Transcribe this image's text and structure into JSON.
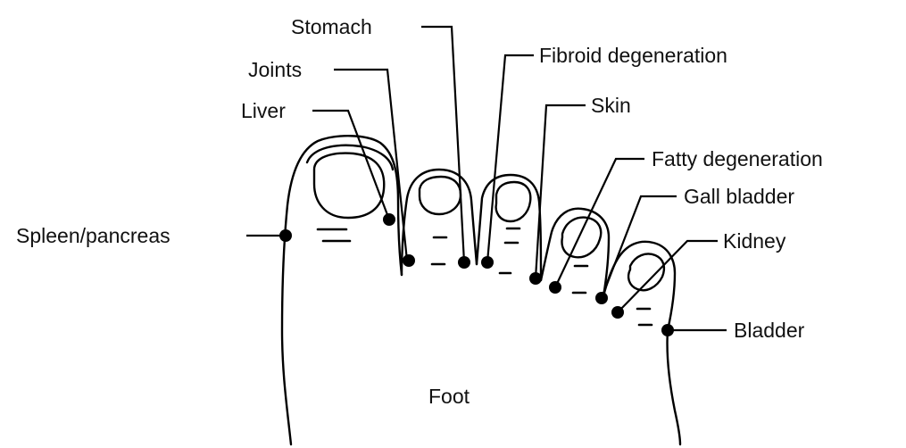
{
  "labels": {
    "stomach": "Stomach",
    "fibroid_degeneration": "Fibroid degeneration",
    "joints": "Joints",
    "skin": "Skin",
    "liver": "Liver",
    "fatty_degeneration": "Fatty degeneration",
    "gall_bladder": "Gall bladder",
    "spleen_pancreas": "Spleen/pancreas",
    "kidney": "Kidney",
    "bladder": "Bladder",
    "foot": "Foot"
  },
  "colors": {
    "line": "#000000",
    "text": "#111111",
    "background": "#ffffff"
  }
}
